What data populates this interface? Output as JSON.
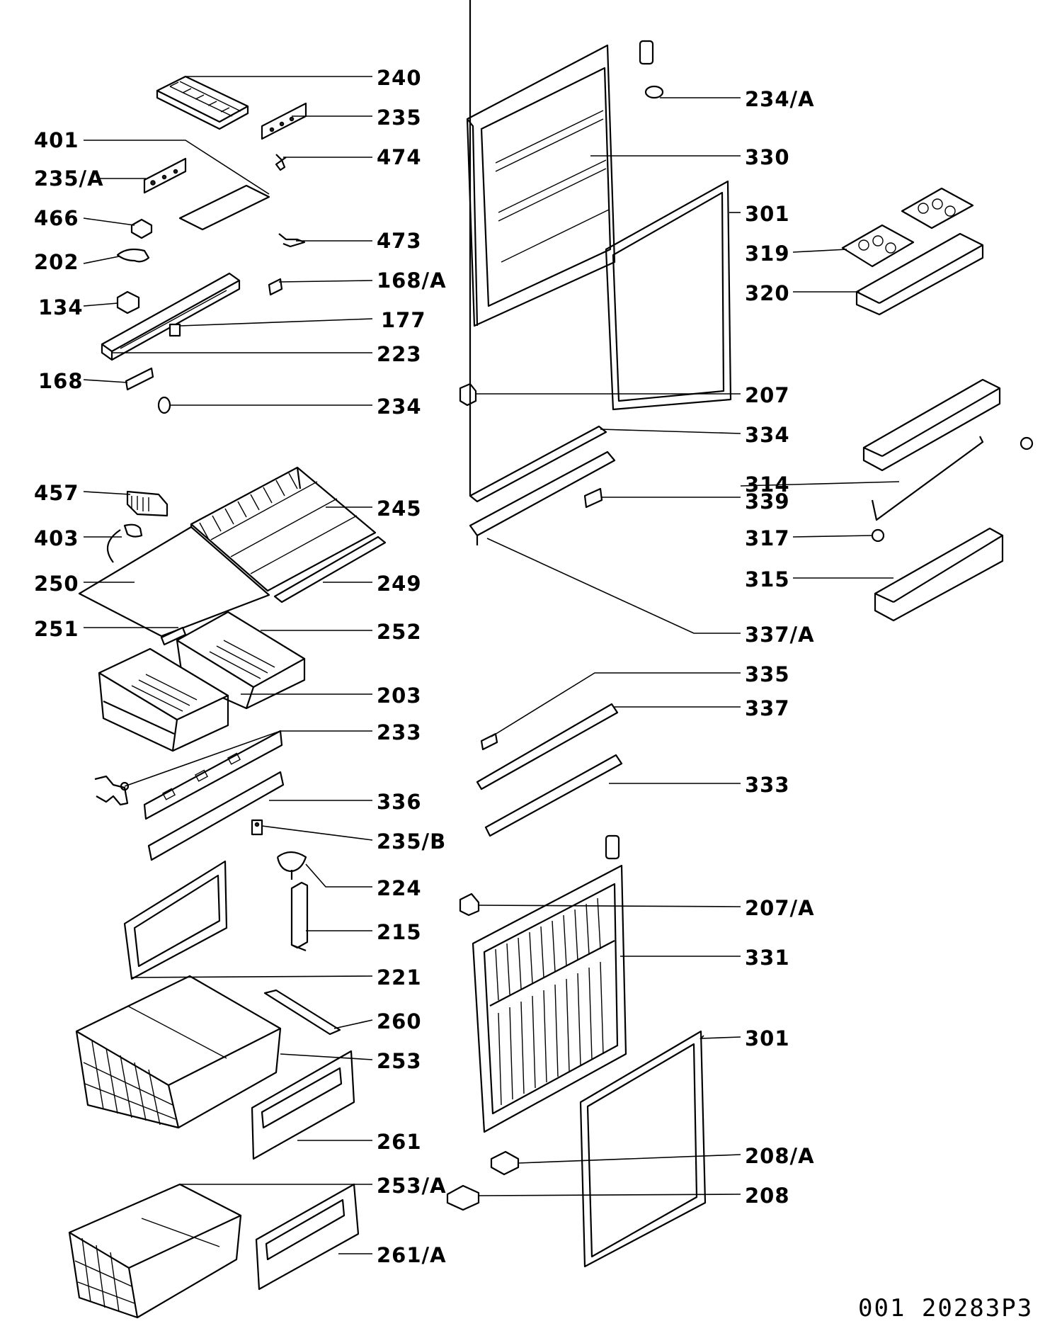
{
  "diagram_code": "001  20283P3",
  "labels": {
    "l240": "240",
    "l235": "235",
    "l401": "401",
    "l474": "474",
    "l235a": "235/A",
    "l466": "466",
    "l473": "473",
    "l202": "202",
    "l168a": "168/A",
    "l134": "134",
    "l177": "177",
    "l223": "223",
    "l168": "168",
    "l234": "234",
    "l457": "457",
    "l245": "245",
    "l403": "403",
    "l250": "250",
    "l249": "249",
    "l251": "251",
    "l252": "252",
    "l203": "203",
    "l233": "233",
    "l336": "336",
    "l235b": "235/B",
    "l224": "224",
    "l215": "215",
    "l221": "221",
    "l260": "260",
    "l253": "253",
    "l261": "261",
    "l253a": "253/A",
    "l261a": "261/A",
    "l234a": "234/A",
    "l330": "330",
    "l301": "301",
    "l319": "319",
    "l320": "320",
    "l207": "207",
    "l334": "334",
    "l314": "314",
    "l339": "339",
    "l317": "317",
    "l315": "315",
    "l337a": "337/A",
    "l335": "335",
    "l337": "337",
    "l333": "333",
    "l207a": "207/A",
    "l331": "331",
    "l301b": "301",
    "l208a": "208/A",
    "l208": "208"
  }
}
